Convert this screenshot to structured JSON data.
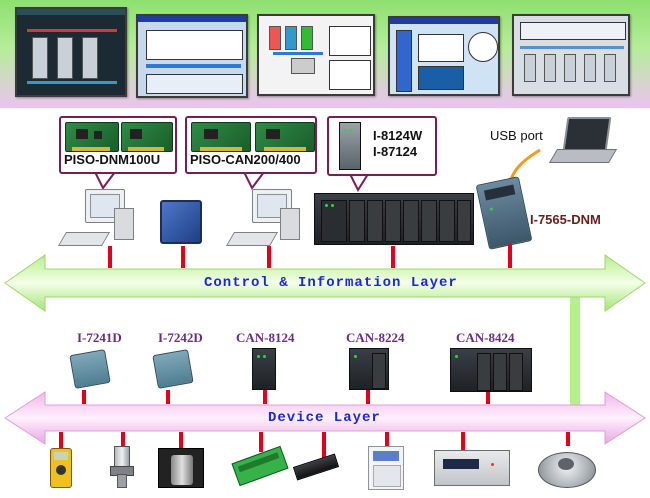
{
  "callouts": {
    "card1_label": "PISO-DNM100U",
    "card2_label": "PISO-CAN200/400",
    "rack_label_line1": "I-8124W",
    "rack_label_line2": "I-87124"
  },
  "usb_label": "USB port",
  "gateway_label": "I-7565-DNM",
  "layers": {
    "control": "Control & Information Layer",
    "device": "Device  Layer"
  },
  "device_labels": [
    "I-7241D",
    "I-7242D",
    "CAN-8124",
    "CAN-8224",
    "CAN-8424"
  ],
  "colors": {
    "control_arrow": "#c9f3a4",
    "device_arrow": "#f8d3f1",
    "control_text": "#1c28d6",
    "device_text": "#1c28d6",
    "stub": "#e3001b",
    "callout_border": "#7a1d55",
    "device_label": "#6a2a86"
  },
  "icons": {
    "hmi_screens": [
      "hmi-screen-1",
      "hmi-screen-2",
      "hmi-screen-3",
      "hmi-screen-4",
      "hmi-screen-5"
    ],
    "field_devices": [
      "multimeter-icon",
      "pressure-sensor-icon",
      "proximity-sensor-icon",
      "terminal-module-icon",
      "inline-sensor-icon",
      "power-supply-icon",
      "controller-box-icon",
      "load-cell-icon"
    ]
  }
}
